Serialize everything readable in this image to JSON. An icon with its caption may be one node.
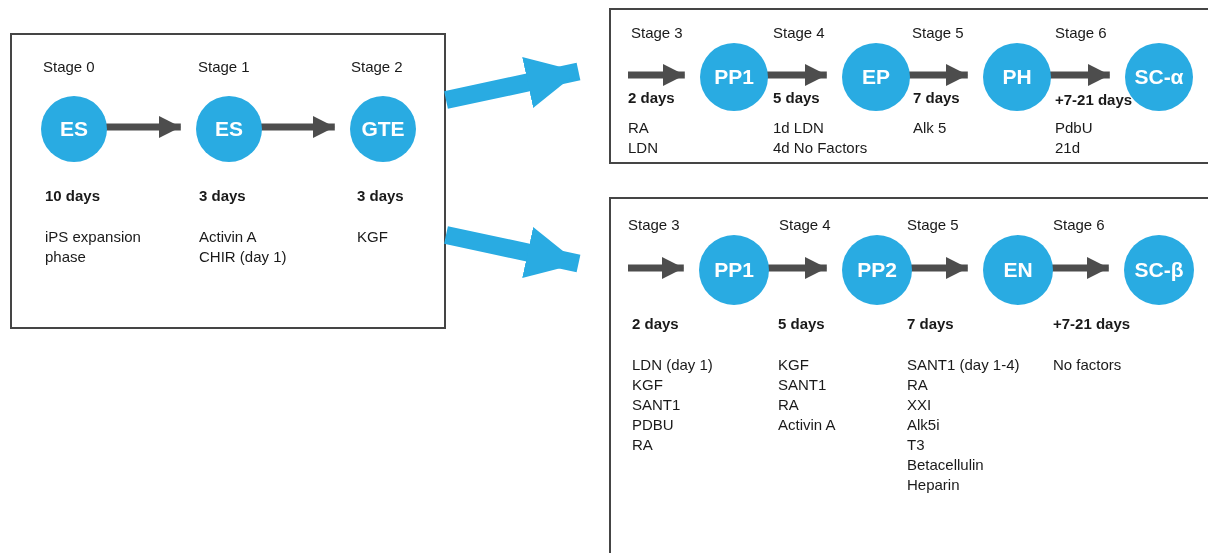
{
  "diagram": {
    "nodes": [
      {
        "text": [],
        "shape": "box"
      },
      {
        "text": [
          "ES"
        ],
        "in": 0
      },
      {
        "text": [
          "ES"
        ],
        "in": 0
      },
      {
        "text": [
          "GTE"
        ],
        "in": 0
      },
      {
        "text": [],
        "shape": "box"
      },
      {
        "text": [
          "PP1"
        ],
        "in": 4
      },
      {
        "text": [
          "EP"
        ],
        "in": 4
      },
      {
        "text": [
          "PH"
        ],
        "in": 4
      },
      {
        "text": [
          "SC-α"
        ],
        "in": 4
      },
      {
        "text": [],
        "shape": "box"
      },
      {
        "text": [
          "PP1"
        ],
        "in": 9
      },
      {
        "text": [
          "PP2"
        ],
        "in": 9
      },
      {
        "text": [
          "EN"
        ],
        "in": 9
      },
      {
        "text": [
          "SC-β"
        ],
        "in": 9
      }
    ],
    "edges": [
      {
        "from": 1,
        "to": 2,
        "arrow": "to"
      },
      {
        "from": 2,
        "to": 3,
        "arrow": "to"
      },
      {
        "from": 0,
        "to": 4,
        "arrow": "to",
        "style": "thick",
        "color": "#29abe2"
      },
      {
        "from": 0,
        "to": 9,
        "arrow": "to",
        "style": "thick",
        "color": "#29abe2"
      },
      {
        "from": null,
        "to": 5,
        "arrow": "to"
      },
      {
        "from": 5,
        "to": 6,
        "arrow": "to"
      },
      {
        "from": 6,
        "to": 7,
        "arrow": "to"
      },
      {
        "from": 7,
        "to": 8,
        "arrow": "to"
      },
      {
        "from": null,
        "to": 10,
        "arrow": "to"
      },
      {
        "from": 10,
        "to": 11,
        "arrow": "to"
      },
      {
        "from": 11,
        "to": 12,
        "arrow": "to"
      },
      {
        "from": 12,
        "to": 13,
        "arrow": "to"
      }
    ],
    "labels": [
      "Stage 0",
      "Stage 1",
      "Stage 2",
      "10 days",
      "3 days",
      "3 days",
      "iPS expansion phase",
      "Activin A",
      "KGF",
      "CHIR (day 1)",
      "Stage 3",
      "Stage 4",
      "Stage 5",
      "Stage 6",
      "2 days",
      "5 days",
      "7 days",
      "+7-21 days",
      "RA",
      "1d LDN",
      "Alk 5",
      "PdbU",
      "LDN",
      "4d No Factors",
      "21d",
      "Stage 3",
      "Stage 4",
      "Stage 5",
      "Stage 6",
      "2 days",
      "5 days",
      "7 days",
      "+7-21 days",
      "LDN (day 1)",
      "KGF",
      "SANT1 (day 1-4)",
      "No factors",
      "KGF",
      "SANT1",
      "RA",
      "SANT1",
      "RA",
      "XXI",
      "PDBU",
      "Activin A",
      "Alk5i",
      "RA",
      "T3",
      "Betacellulin",
      "Heparin"
    ]
  }
}
